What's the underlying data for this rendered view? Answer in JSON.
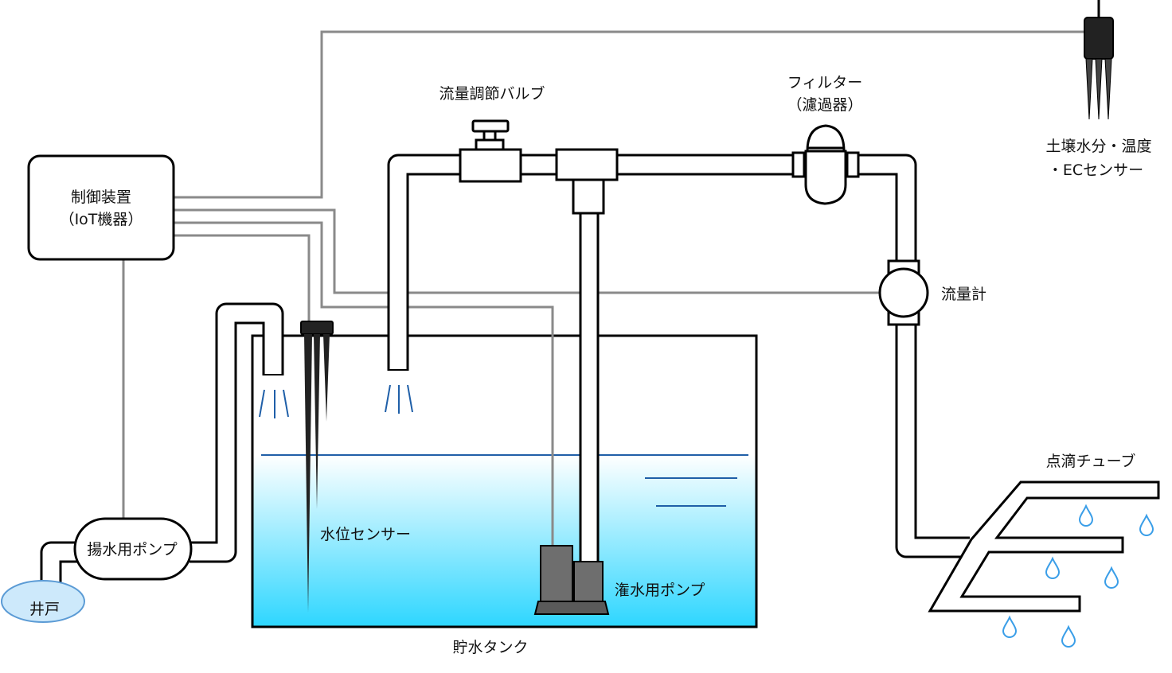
{
  "colors": {
    "water_top": "#ffffff",
    "water_bottom": "#2dd6ff",
    "wire": "#8a8a8a",
    "spray": "#1f5fa8",
    "drop": "#3a9ee8",
    "pump_body": "#6e6e6e",
    "well": "#cde9fb"
  },
  "labels": {
    "controller_line1": "制御装置",
    "controller_line2": "（IoT機器）",
    "valve": "流量調節バルブ",
    "filter_line1": "フィルター",
    "filter_line2": "（濾過器）",
    "soil_sensor_line1": "土壌水分・温度",
    "soil_sensor_line2": "・ECセンサー",
    "flow_meter": "流量計",
    "drip_tube": "点滴チューブ",
    "water_level_sensor": "水位センサー",
    "irrigation_pump": "潅水用ポンプ",
    "lift_pump": "揚水用ポンプ",
    "well": "井戸",
    "tank": "貯水タンク"
  }
}
